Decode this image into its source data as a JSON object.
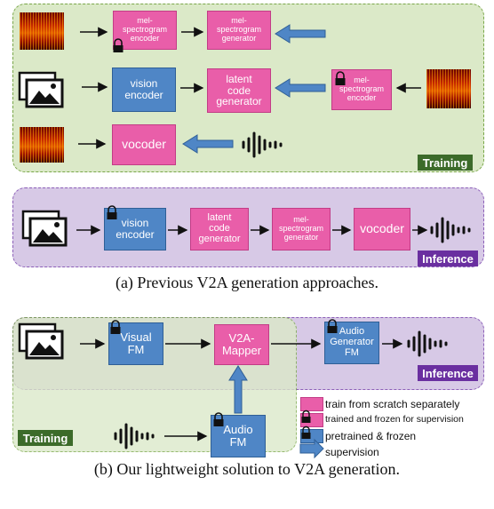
{
  "panel_a": {
    "training": {
      "tag": "Training",
      "mel_encoder_top": "mel-\nspectrogram\nencoder",
      "mel_generator": "mel-\nspectrogram\ngenerator",
      "vision_encoder": "vision\nencoder",
      "latent_generator": "latent\ncode\ngenerator",
      "mel_encoder_right": "mel-\nspectrogram\nencoder",
      "vocoder": "vocoder"
    },
    "inference": {
      "tag": "Inference",
      "vision_encoder": "vision\nencoder",
      "latent_generator": "latent\ncode\ngenerator",
      "mel_generator": "mel-\nspectrogram\ngenerator",
      "vocoder": "vocoder"
    },
    "caption": "(a)  Previous V2A generation approaches."
  },
  "panel_b": {
    "visual_fm": "Visual\nFM",
    "mapper": "V2A-\nMapper",
    "audio_generator_fm": "Audio\nGenerator\nFM",
    "audio_fm": "Audio\nFM",
    "training_tag": "Training",
    "inference_tag": "Inference",
    "legend": {
      "scratch": "train from scratch separately",
      "frozen_supervision": "trained and frozen for supervision",
      "pretrained": "pretrained & frozen",
      "supervision": "supervision"
    },
    "caption": "(b)  Our lightweight solution to V2A generation."
  },
  "colors": {
    "pink": "#e95ea9",
    "blue": "#4f86c6",
    "green_panel": "#dbe9c8",
    "purple_panel": "#d7c9e6",
    "training_tag": "#3c6b2a",
    "inference_tag": "#6a2fa0"
  },
  "icons": [
    "spectrogram-image",
    "image-stack-icon",
    "waveform-icon",
    "lock-icon",
    "arrow-right-icon",
    "arrow-left-icon",
    "arrow-up-icon"
  ]
}
